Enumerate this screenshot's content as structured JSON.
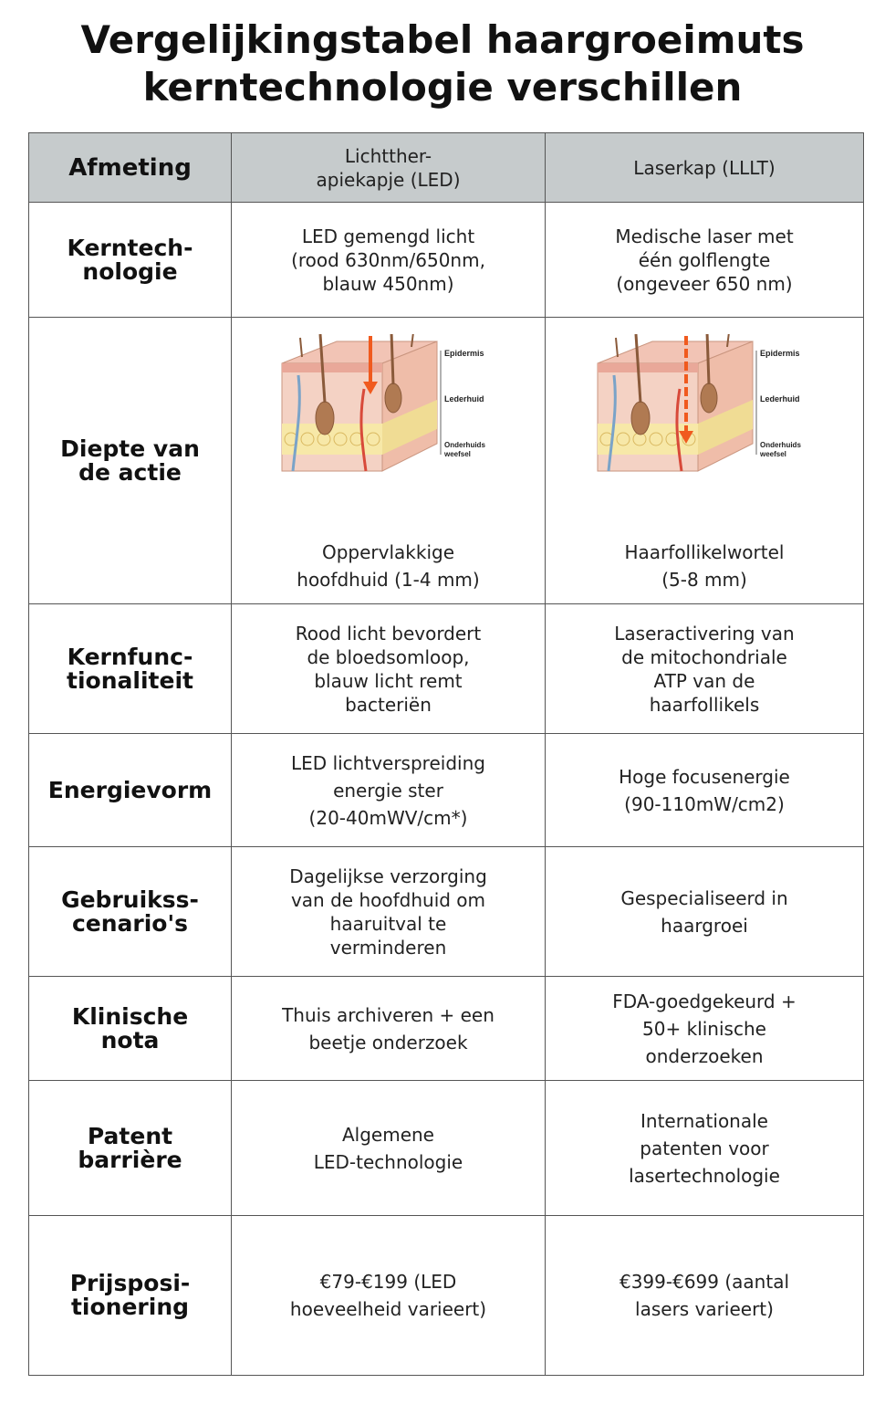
{
  "title_line1": "Vergelijkingstabel haargroeimuts",
  "title_line2": "kerntechnologie verschillen",
  "header": {
    "dimension": "Afmeting",
    "led": "Lichtther-\napiekapje (LED)",
    "laser": "Laserkap (LLLT)"
  },
  "diagram_labels": {
    "epidermis": "Epidermis",
    "dermis": "Lederhuid",
    "subcutis_1": "Onderhuids",
    "subcutis_2": "weefsel"
  },
  "rows": [
    {
      "label": "Kerntech-\nnologie",
      "led": "LED gemengd licht\n(rood 630nm/650nm,\nblauw 450nm)",
      "laser": "Medische laser met\néén golflengte\n(ongeveer 650 nm)"
    },
    {
      "label": "Diepte van\nde actie",
      "led": "Oppervlakkige\nhoofdhuid (1-4 mm)",
      "laser": "Haarfollikelwortel\n(5-8 mm)"
    },
    {
      "label": "Kernfunc-\ntionaliteit",
      "led": "Rood licht bevordert\nde bloedsomloop,\nblauw licht remt\nbacteriën",
      "laser": "Laseractivering van\nde mitochondriale\nATP van de\nhaarfollikels"
    },
    {
      "label": "Energievorm",
      "led": "LED lichtverspreiding\nenergie ster\n(20-40mWV/cm*)",
      "laser": "Hoge focusenergie\n(90-110mW/cm2)"
    },
    {
      "label": "Gebruikss-\ncenario's",
      "led": "Dagelijkse verzorging\nvan de hoofdhuid om\nhaaruitval te\nverminderen",
      "laser": "Gespecialiseerd in\nhaargroei"
    },
    {
      "label": "Klinische\nnota",
      "led": "Thuis archiveren + een\nbeetje onderzoek",
      "laser": "FDA-goedgekeurd +\n50+ klinische\nonderzoeken"
    },
    {
      "label": "Patent\nbarrière",
      "led": "Algemene\nLED-technologie",
      "laser": "Internationale\npatenten voor\nlasertechnologie"
    },
    {
      "label": "Prijsposi-\ntionering",
      "led": "€79-€199 (LED\nhoeveelheid varieert)",
      "laser": "€399-€699 (aantal\nlasers varieert)"
    }
  ],
  "colors": {
    "header_bg": "#c6cbcc",
    "border": "#555555",
    "skin_top": "#f2c4b5",
    "skin_side": "#f4d2c4",
    "fat": "#f7e8a8",
    "hair": "#8a5a3a",
    "arrow": "#f05a1e"
  }
}
